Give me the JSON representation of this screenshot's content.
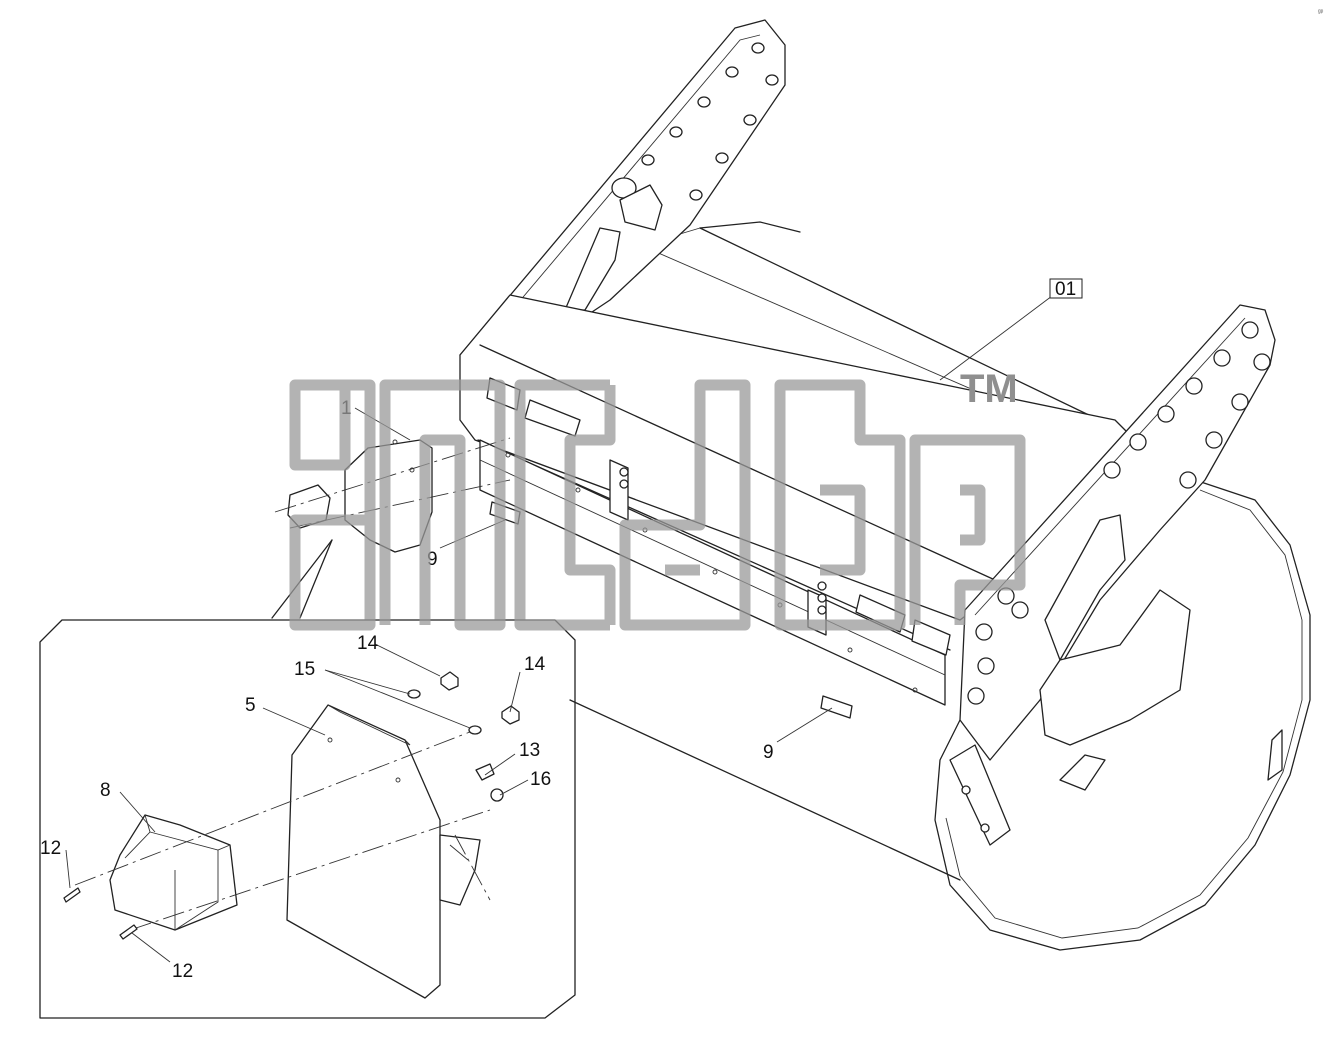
{
  "diagram": {
    "main_label": "01",
    "callouts": {
      "c1": "1",
      "c9a": "9",
      "c9b": "9",
      "c14a": "14",
      "c14b": "14",
      "c15": "15",
      "c5": "5",
      "c13": "13",
      "c16": "16",
      "c8": "8",
      "c12a": "12",
      "c12b": "12"
    },
    "watermark": {
      "trademark": "TM"
    },
    "corner_mark": "ᵍᵖ"
  }
}
